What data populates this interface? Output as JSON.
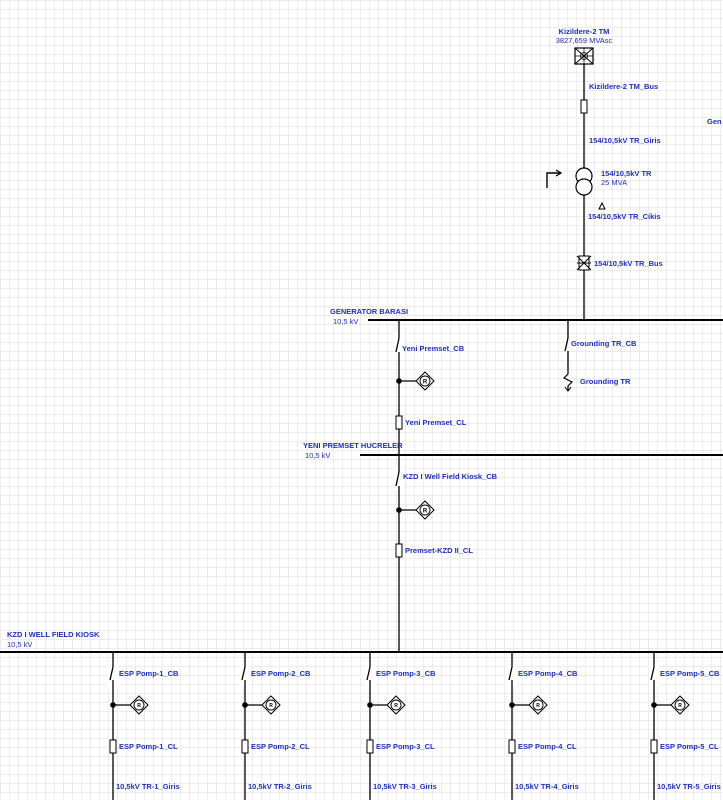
{
  "source": {
    "name": "Kizildere-2 TM",
    "rating": "3827,659 MVAsc",
    "bus_label": "Kizildere-2 TM_Bus",
    "giris_label": "154/10,5kV TR_Giris",
    "tr_name": "154/10,5kV TR",
    "tr_rating": "25 MVA",
    "cikis_label": "154/10,5kV TR_Cikis",
    "tr_bus_label": "154/10,5kV TR_Bus",
    "edge_label": "Gen"
  },
  "buses": {
    "generator": {
      "name": "GENERATOR BARASI",
      "voltage": "10,5 kV"
    },
    "yeni": {
      "name": "YENI PREMSET HUCRELER",
      "voltage": "10,5 kV"
    },
    "kzd": {
      "name": "KZD I WELL FIELD KIOSK",
      "voltage": "10,5 kV"
    }
  },
  "devices": {
    "yeni_cb": "Yeni Premset_CB",
    "yeni_cl": "Yeni Premset_CL",
    "grounding_cb": "Grounding TR_CB",
    "grounding_tr": "Grounding TR",
    "kzd_cb": "KZD I Well Field Kiosk_CB",
    "kzd_cl": "Premset-KZD II_CL",
    "relay_symbol": "R"
  },
  "feeders": [
    {
      "cb": "ESP Pomp-1_CB",
      "cl": "ESP Pomp-1_CL",
      "giris": "10,5kV TR-1_Giris"
    },
    {
      "cb": "ESP Pomp-2_CB",
      "cl": "ESP Pomp-2_CL",
      "giris": "10,5kV TR-2_Giris"
    },
    {
      "cb": "ESP Pomp-3_CB",
      "cl": "ESP Pomp-3_CL",
      "giris": "10,5kV TR-3_Giris"
    },
    {
      "cb": "ESP Pomp-4_CB",
      "cl": "ESP Pomp-4_CL",
      "giris": "10,5kV TR-4_Giris"
    },
    {
      "cb": "ESP Pomp-5_CB",
      "cl": "ESP Pomp-5_CL",
      "giris": "10,5kV TR-5_Giris"
    }
  ],
  "colors": {
    "label": "#1f2fbf",
    "line": "#000000"
  }
}
